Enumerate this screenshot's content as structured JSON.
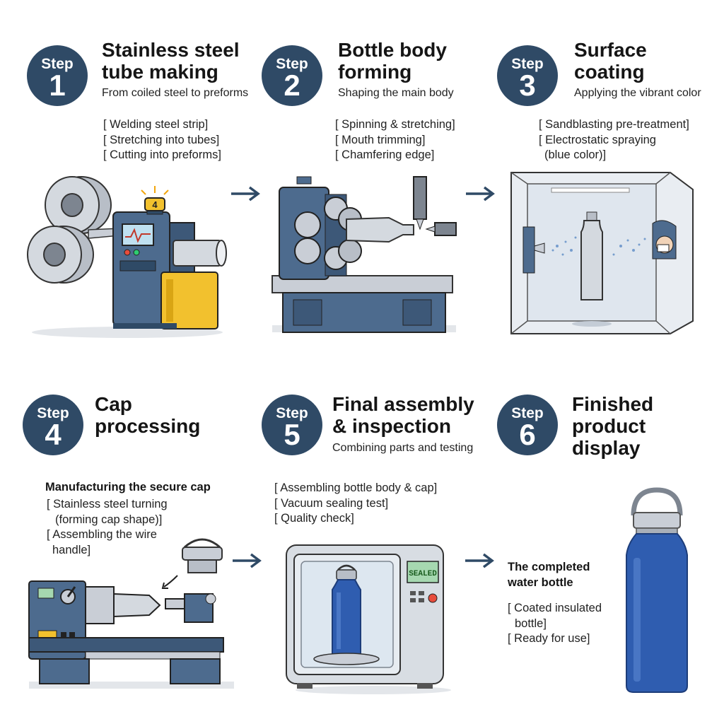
{
  "steps": [
    {
      "word": "Step",
      "number": "1",
      "title": [
        "Stainless steel",
        "tube making"
      ],
      "subtitle": "From coiled steel to preforms",
      "bullets": [
        "[ Welding steel strip]",
        "[ Stretching into tubes]",
        "[ Cutting into preforms]"
      ],
      "machine_badge": "4"
    },
    {
      "word": "Step",
      "number": "2",
      "title": [
        "Bottle body",
        "forming"
      ],
      "subtitle": "Shaping the main body",
      "bullets": [
        "[ Spinning & stretching]",
        "[ Mouth trimming]",
        "[ Chamfering edge]"
      ]
    },
    {
      "word": "Step",
      "number": "3",
      "title": [
        "Surface",
        "coating"
      ],
      "subtitle": "Applying the vibrant color",
      "bullets": [
        "[ Sandblasting pre-treatment]",
        "[ Electrostatic spraying",
        "(blue color)]"
      ]
    },
    {
      "word": "Step",
      "number": "4",
      "title": [
        "Cap",
        "processing"
      ],
      "bold_line": "Manufacturing the secure cap",
      "bullets": [
        "[ Stainless steel turning",
        "(forming cap shape)]",
        "[ Assembling the wire",
        "handle]"
      ]
    },
    {
      "word": "Step",
      "number": "5",
      "title": [
        "Final assembly",
        "& inspection"
      ],
      "subtitle": "Combining parts and testing",
      "bullets": [
        "[ Assembling bottle body & cap]",
        "[ Vacuum sealing test]",
        "[ Quality check]"
      ],
      "screen_label": "SEALED"
    },
    {
      "word": "Step",
      "number": "6",
      "title": [
        "Finished",
        "product",
        "display"
      ],
      "bold_lines": [
        "The completed",
        "water bottle"
      ],
      "bullets": [
        "[ Coated insulated",
        "bottle]",
        "[ Ready for use]"
      ]
    }
  ],
  "colors": {
    "badge": "#2f4a66",
    "machine_blue": "#4d6b8e",
    "machine_dark": "#2f4a66",
    "steel": "#c9ced6",
    "accent_yellow": "#f2c12e",
    "bottle_blue": "#2f5db0"
  },
  "icons": [
    "steel-coil-icon",
    "tube-machine-icon",
    "spinning-machine-icon",
    "spray-booth-icon",
    "lathe-icon",
    "vacuum-chamber-icon",
    "water-bottle-icon",
    "arrow-right-icon"
  ]
}
